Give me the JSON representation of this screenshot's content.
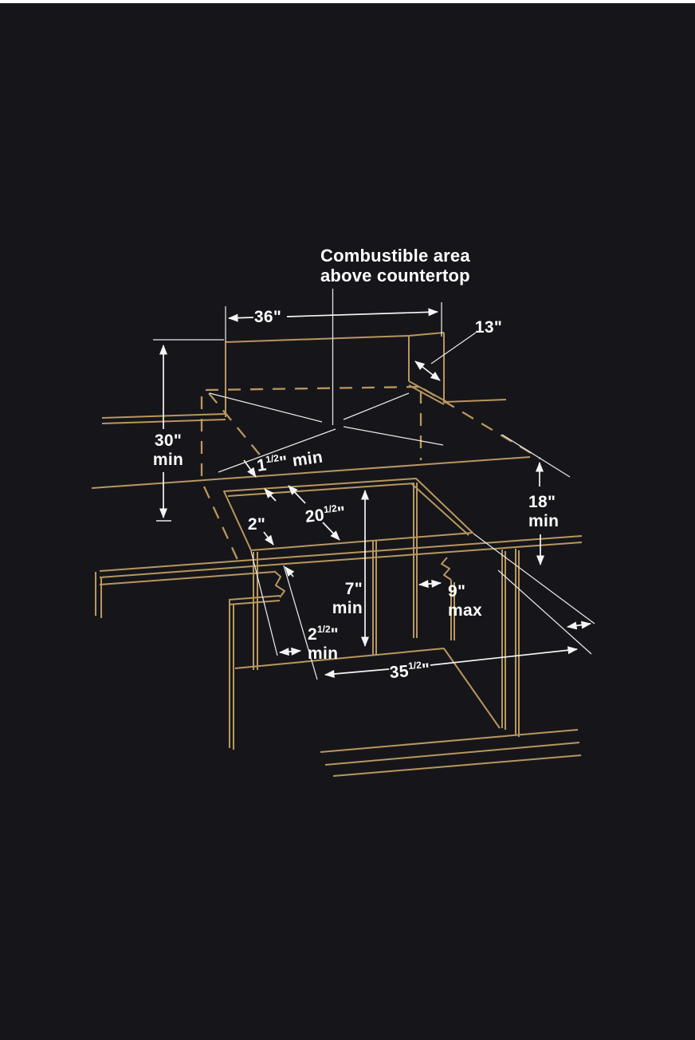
{
  "page": {
    "background": "#16161a",
    "top_strip_color": "#ffffff",
    "line_gold": "#b8975e",
    "line_white": "#f5f5f5",
    "text_color": "#ffffff"
  },
  "diagram": {
    "title": {
      "line1": "Combustible area",
      "line2": "above countertop"
    },
    "dimensions": {
      "width_36": {
        "main": "36",
        "unit": "\""
      },
      "depth_13": {
        "main": "13",
        "unit": "\""
      },
      "height_30": {
        "main": "30",
        "unit": "\"",
        "suffix": "min"
      },
      "clearance_1_5": {
        "main": "1",
        "frac": "1/2",
        "unit": "\"",
        "suffix": " min"
      },
      "cutout_20_5": {
        "main": "20",
        "frac": "1/2",
        "unit": "\""
      },
      "rim_2": {
        "main": "2",
        "unit": "\""
      },
      "side_18": {
        "main": "18",
        "unit": "\"",
        "suffix": "min"
      },
      "depth_7": {
        "main": "7",
        "unit": "\"",
        "suffix": "min"
      },
      "overhang_9": {
        "main": "9",
        "unit": "\"",
        "suffix": "max"
      },
      "clearance_2_5": {
        "main": "2",
        "frac": "1/2",
        "unit": "\"",
        "suffix": "min"
      },
      "cutout_35_5": {
        "main": "35",
        "frac": "1/2",
        "unit": "\""
      }
    }
  }
}
